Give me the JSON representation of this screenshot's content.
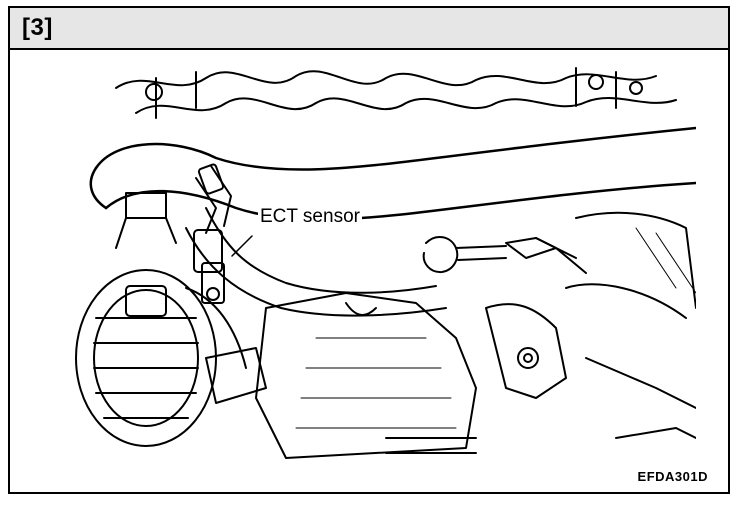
{
  "header": {
    "step_label": "[3]"
  },
  "diagram": {
    "callout_label": "ECT sensor",
    "figure_code": "EFDA301D"
  },
  "colors": {
    "line": "#000000",
    "header_bg": "#e6e6e6",
    "paper": "#ffffff"
  }
}
